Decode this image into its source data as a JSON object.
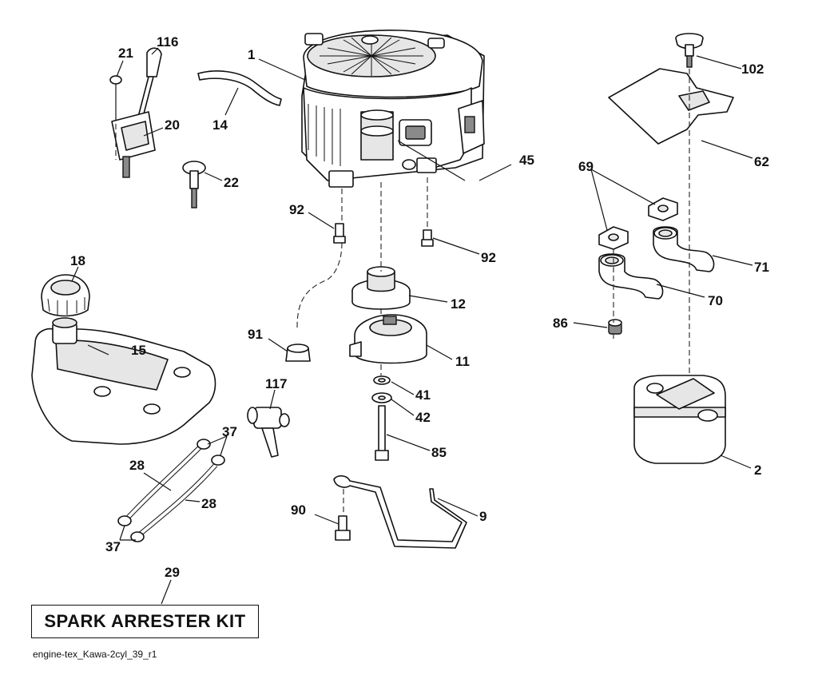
{
  "callouts": {
    "c1": "1",
    "c2": "2",
    "c9": "9",
    "c11": "11",
    "c12": "12",
    "c14": "14",
    "c15": "15",
    "c18": "18",
    "c20": "20",
    "c21": "21",
    "c22": "22",
    "c28a": "28",
    "c28b": "28",
    "c29": "29",
    "c37a": "37",
    "c37b": "37",
    "c41": "41",
    "c42": "42",
    "c45": "45",
    "c62": "62",
    "c69": "69",
    "c70": "70",
    "c71": "71",
    "c85": "85",
    "c86": "86",
    "c90": "90",
    "c91": "91",
    "c92a": "92",
    "c92b": "92",
    "c102": "102",
    "c116": "116",
    "c117": "117"
  },
  "kit_label": "SPARK ARRESTER KIT",
  "footer_text": "engine-tex_Kawa-2cyl_39_r1"
}
